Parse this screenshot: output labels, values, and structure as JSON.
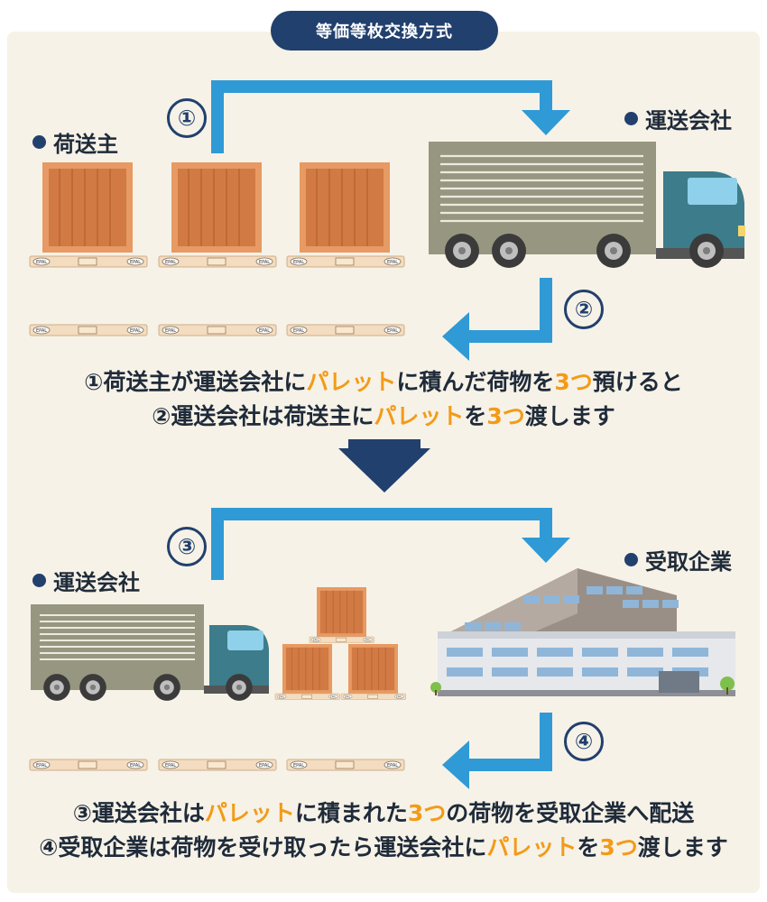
{
  "title": "等価等枚交換方式",
  "labels": {
    "shipper": "荷送主",
    "carrier_top": "運送会社",
    "carrier_bottom": "運送会社",
    "receiver": "受取企業"
  },
  "steps": [
    "①",
    "②",
    "③",
    "④"
  ],
  "pallet_mark": "EPAL",
  "caption_top": {
    "line1": [
      {
        "text": "①荷送主が運送会社に",
        "hl": false
      },
      {
        "text": "パレット",
        "hl": true
      },
      {
        "text": "に積んだ荷物を",
        "hl": false
      },
      {
        "text": "3つ",
        "hl": true
      },
      {
        "text": "預けると",
        "hl": false
      }
    ],
    "line2": [
      {
        "text": "②運送会社は荷送主に",
        "hl": false
      },
      {
        "text": "パレット",
        "hl": true
      },
      {
        "text": "を",
        "hl": false
      },
      {
        "text": "3つ",
        "hl": true
      },
      {
        "text": "渡します",
        "hl": false
      }
    ]
  },
  "caption_bottom": {
    "line1": [
      {
        "text": "③運送会社は",
        "hl": false
      },
      {
        "text": "パレット",
        "hl": true
      },
      {
        "text": "に積まれた",
        "hl": false
      },
      {
        "text": "3つ",
        "hl": true
      },
      {
        "text": "の荷物を受取企業へ配送",
        "hl": false
      }
    ],
    "line2": [
      {
        "text": "④受取企業は荷物を受け取ったら運送会社に",
        "hl": false
      },
      {
        "text": "パレット",
        "hl": true
      },
      {
        "text": "を",
        "hl": false
      },
      {
        "text": "3つ",
        "hl": true
      },
      {
        "text": "渡します",
        "hl": false
      }
    ]
  },
  "colors": {
    "navy": "#21406e",
    "arrow_blue": "#2f9ad6",
    "highlight": "#f29b18",
    "background": "#f7f2e7",
    "crate": "#d9814d",
    "pallet": "#f3dcbf"
  }
}
